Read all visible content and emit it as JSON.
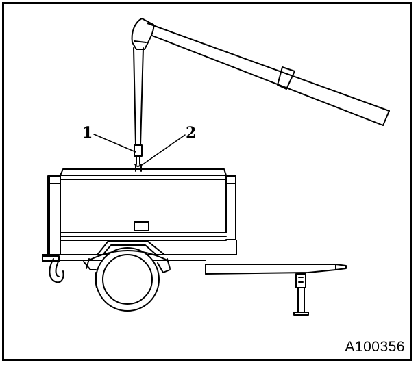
{
  "callouts": {
    "one": "1",
    "two": "2"
  },
  "figure_id": "A100356",
  "colors": {
    "ink": "#000000",
    "paper": "#ffffff"
  }
}
